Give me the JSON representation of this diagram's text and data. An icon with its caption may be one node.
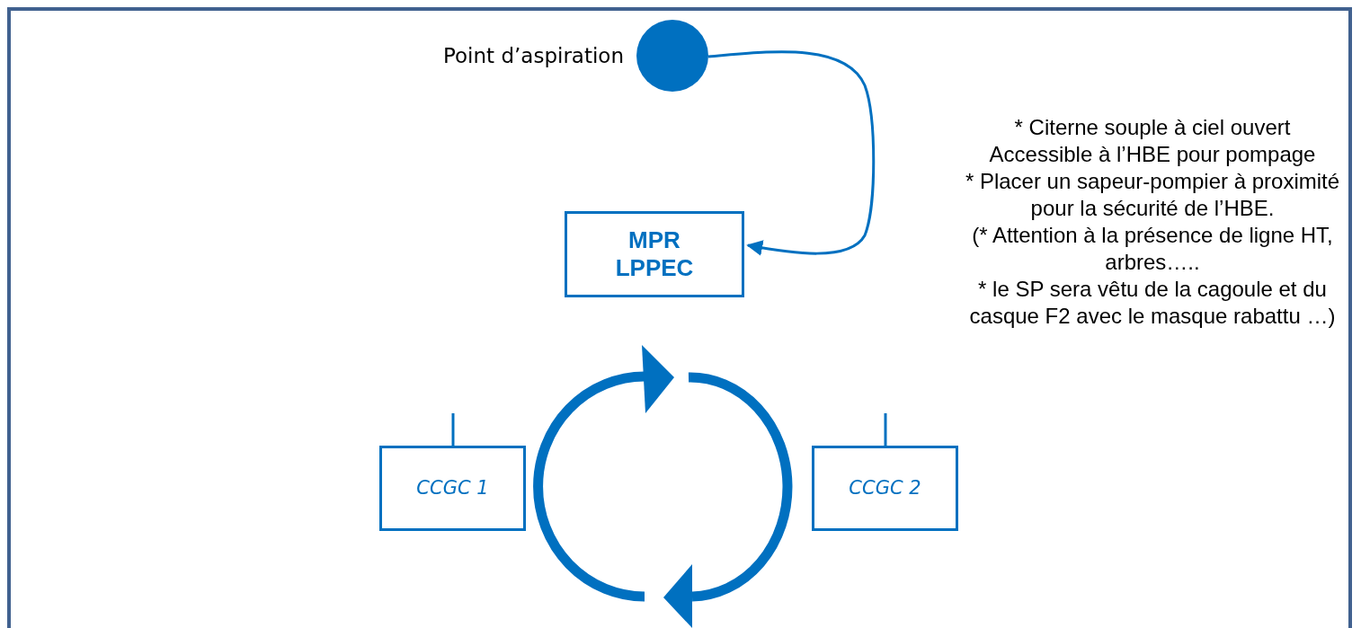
{
  "diagram": {
    "nodes": [
      {
        "text": [],
        "shape": "circle",
        "beside": [
          "Point d’aspiration"
        ]
      },
      {
        "text": [
          "MPR LPPEC"
        ]
      },
      {
        "text": [
          "CCGC 1"
        ]
      },
      {
        "text": [
          "CCGC 2"
        ]
      }
    ],
    "edges": [
      {
        "from": 0,
        "to": 1,
        "arrow": "to"
      }
    ],
    "labels": [
      "* Citerne souple à ciel ouvert",
      "Accessible à l’HBE pour pompage",
      "* Placer un sapeur-pompier à proximité pour la sécurité de l’HBE.",
      "(* Attention à la présence de ligne HT, arbres…..",
      "* le SP sera vêtu de la cagoule et du casque F2 avec le masque rabattu  …)"
    ]
  }
}
